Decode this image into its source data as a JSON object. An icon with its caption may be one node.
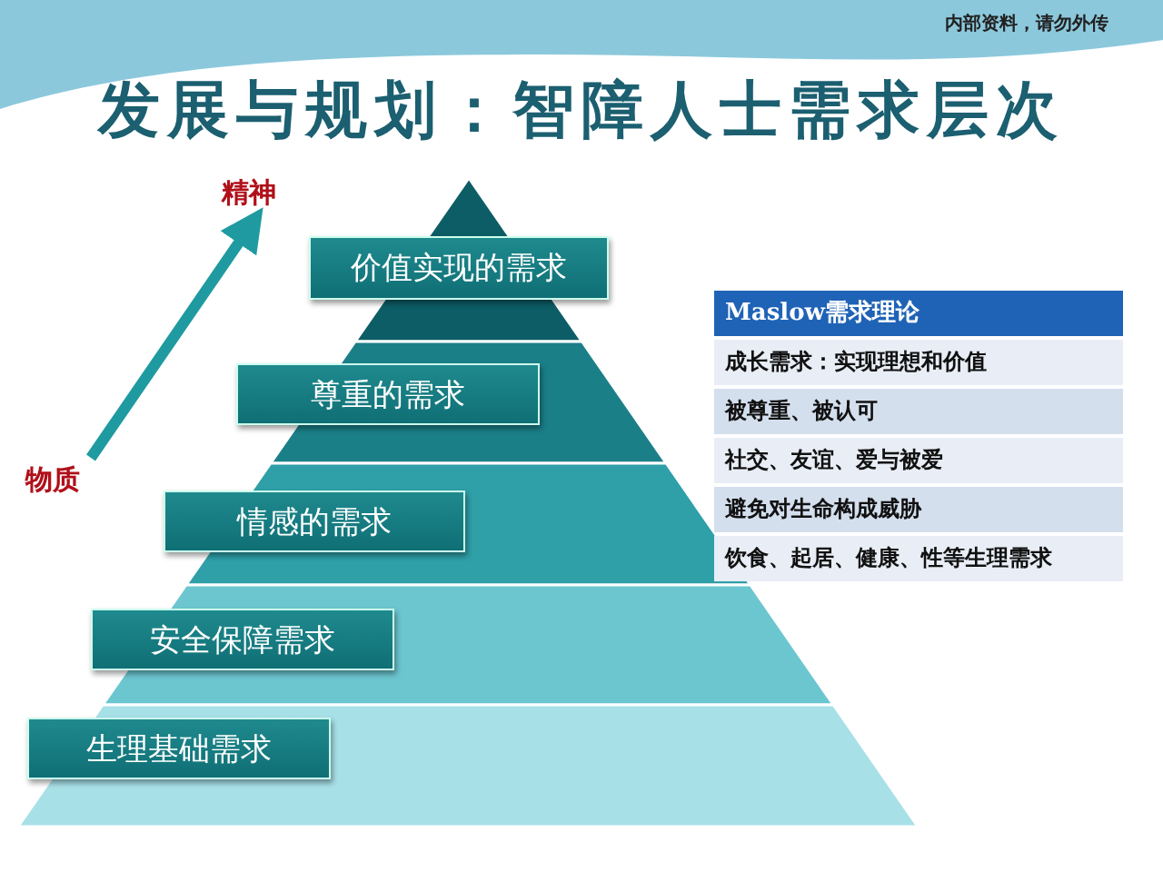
{
  "diagram": {
    "title": "发展与规划：智障人士需求层次",
    "nodes": [
      {
        "text": [
          "价值实现的需求"
        ]
      },
      {
        "text": [
          "尊重的需求"
        ]
      },
      {
        "text": [
          "情感的需求"
        ]
      },
      {
        "text": [
          "安全保障需求"
        ]
      },
      {
        "text": [
          "生理基础需求"
        ]
      },
      {
        "text": [
          "物质"
        ]
      },
      {
        "text": [
          "精神"
        ]
      }
    ],
    "edges": [
      {
        "from": 5,
        "to": 6,
        "arrow": "to",
        "color": "#1f9aa0"
      }
    ],
    "labels": [
      "内部资料，请勿外传",
      "Maslow需求理论",
      "成长需求：实现理想和价值",
      "被尊重、被认可",
      "社交、友谊、爱与被爱",
      "避免对生命构成威胁",
      "饮食、起居、健康、性等生理需求"
    ]
  }
}
